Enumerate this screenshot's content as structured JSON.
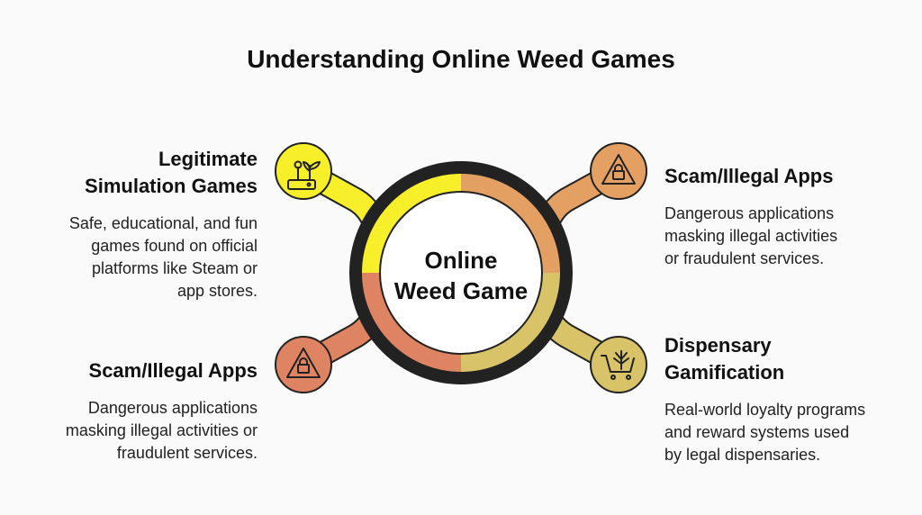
{
  "title": "Understanding Online Weed Games",
  "center": {
    "line1": "Online",
    "line2": "Weed Game"
  },
  "colors": {
    "yellow": "#F7EF2A",
    "orange": "#E4A063",
    "red": "#DE8462",
    "olive": "#D8C368",
    "outline": "#222222"
  },
  "nodes": {
    "top_left": {
      "heading_line1": "Legitimate",
      "heading_line2": "Simulation Games",
      "description": [
        "Safe, educational, and fun",
        "games found on official",
        "platforms like Steam or",
        "app stores."
      ],
      "icon": "joystick-plant-icon"
    },
    "top_right": {
      "heading": "Scam/Illegal Apps",
      "description": [
        "Dangerous applications",
        "masking illegal activities",
        "or fraudulent services."
      ],
      "icon": "warning-lock-icon"
    },
    "bottom_left": {
      "heading": "Scam/Illegal Apps",
      "description": [
        "Dangerous applications",
        "masking illegal activities or",
        "fraudulent services."
      ],
      "icon": "warning-lock-icon"
    },
    "bottom_right": {
      "heading_line1": "Dispensary",
      "heading_line2": "Gamification",
      "description": [
        "Real-world loyalty programs",
        "and reward systems used",
        "by legal dispensaries."
      ],
      "icon": "cannabis-cart-icon"
    }
  }
}
